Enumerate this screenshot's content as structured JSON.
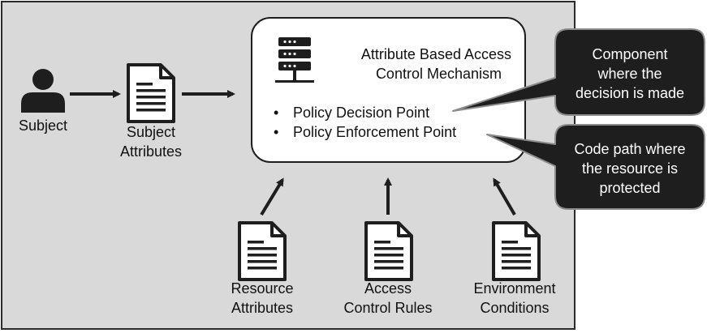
{
  "subject": {
    "label": "Subject",
    "icon": "person-icon"
  },
  "subject_attributes": {
    "line1": "Subject",
    "line2": "Attributes",
    "icon": "document-icon"
  },
  "mechanism": {
    "title_line1": "Attribute Based Access",
    "title_line2": "Control Mechanism",
    "icon": "server-icon",
    "items": [
      "Policy Decision Point",
      "Policy Enforcement Point"
    ],
    "bullet": "•"
  },
  "callouts": [
    {
      "lines": [
        "Component",
        "where the",
        "decision is made"
      ]
    },
    {
      "lines": [
        "Code path where",
        "the resource is",
        "protected"
      ]
    }
  ],
  "inputs": [
    {
      "line1": "Resource",
      "line2": "Attributes",
      "icon": "document-icon"
    },
    {
      "line1": "Access",
      "line2": "Control Rules",
      "icon": "document-icon"
    },
    {
      "line1": "Environment",
      "line2": "Conditions",
      "icon": "document-icon"
    }
  ],
  "colors": {
    "panel": "#d9d9d9",
    "ink": "#1e1e1e",
    "callout": "#1e1e1e",
    "callout_border": "#8c8c8c"
  }
}
